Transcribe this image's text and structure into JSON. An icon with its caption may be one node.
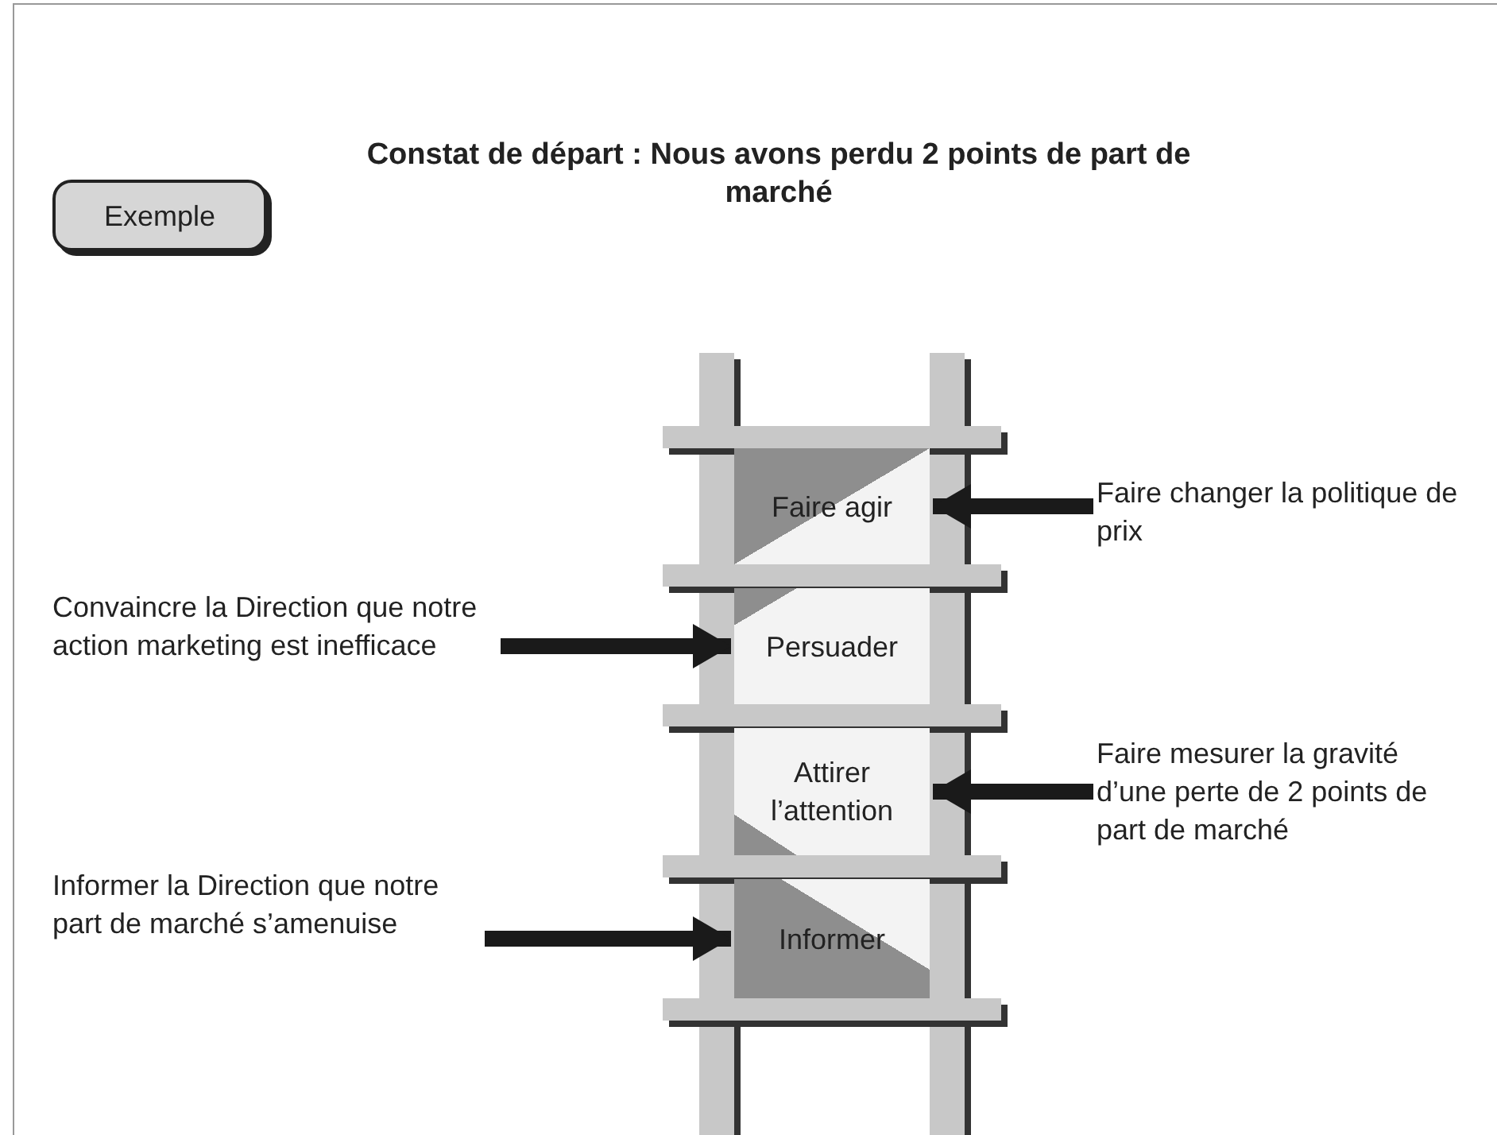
{
  "diagram": {
    "title": "Constat de départ : Nous avons perdu 2 points de part de marché",
    "nodes": [
      {
        "text": [
          "Exemple"
        ]
      },
      {
        "text": [
          "Faire agir"
        ]
      },
      {
        "text": [
          "Persuader"
        ]
      },
      {
        "text": [
          "Attirer l’attention"
        ]
      },
      {
        "text": [
          "Informer"
        ]
      },
      {
        "text": [
          "Faire changer la politique de prix"
        ]
      },
      {
        "text": [
          "Convaincre la Direction que notre action marketing est inefficace"
        ]
      },
      {
        "text": [
          "Faire mesurer la gravité d’une perte de 2 points de part de marché"
        ]
      },
      {
        "text": [
          "Informer la Direction que notre part de marché s’amenuise"
        ]
      }
    ],
    "edges": [
      {
        "from": 5,
        "to": 1,
        "arrow": "to"
      },
      {
        "from": 6,
        "to": 2,
        "arrow": "to"
      },
      {
        "from": 7,
        "to": 3,
        "arrow": "to"
      },
      {
        "from": 8,
        "to": 4,
        "arrow": "to"
      }
    ]
  }
}
